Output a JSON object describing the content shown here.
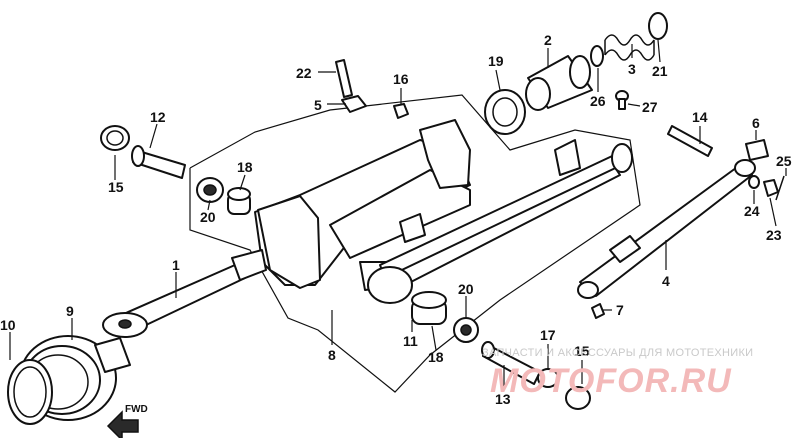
{
  "callouts": {
    "c1": "1",
    "c2": "2",
    "c3": "3",
    "c4": "4",
    "c5": "5",
    "c6": "6",
    "c7": "7",
    "c8": "8",
    "c9": "9",
    "c10": "10",
    "c11": "11",
    "c12": "12",
    "c13": "13",
    "c14": "14",
    "c15a": "15",
    "c15b": "15",
    "c16": "16",
    "c17": "17",
    "c18a": "18",
    "c18b": "18",
    "c19": "19",
    "c20a": "20",
    "c20b": "20",
    "c21": "21",
    "c22": "22",
    "c23": "23",
    "c24": "24",
    "c25": "25",
    "c26": "26",
    "c27": "27"
  },
  "direction_label": "FWD",
  "watermark": {
    "caption": "ЗАПЧАСТИ И АКСЕССУАРЫ ДЛЯ МОТОТЕХНИКИ",
    "brand": "MOTOFOR.RU"
  },
  "colors": {
    "line": "#111111",
    "watermark_brand": "#f3b9b9",
    "watermark_caption": "#c9c9c9"
  }
}
